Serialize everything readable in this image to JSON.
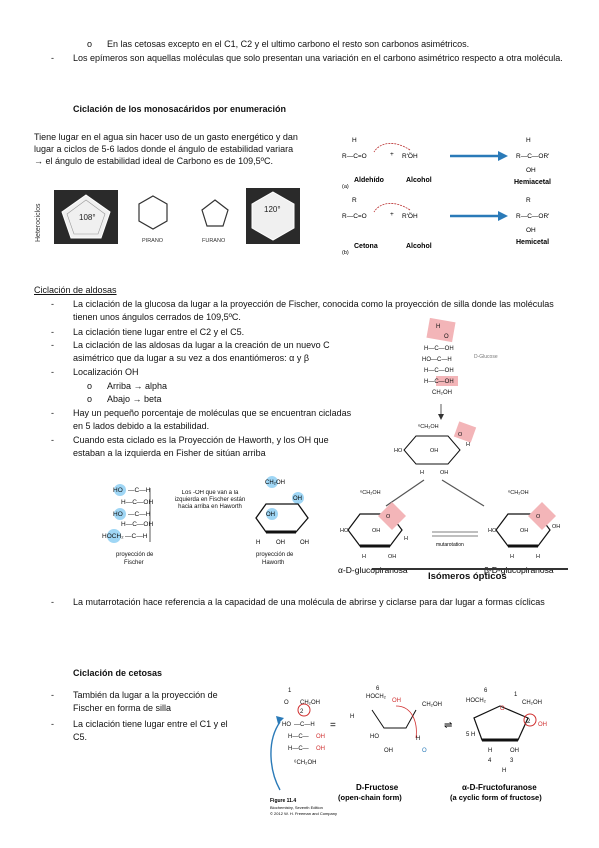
{
  "intro": {
    "sub_bullet": "En las cetosas excepto en el C1, C2 y el ultimo carbono el resto son carbonos asimétricos.",
    "epimeros": "Los epímeros son aquellas moléculas que solo presentan una variación en el carbono asimétrico respecto a otra molécula."
  },
  "ciclacion_enum": {
    "heading": "Ciclación de los monosacáridos por enumeración",
    "paragraph": "Tiene lugar en el agua sin hacer uso de un gasto energético y dan lugar a ciclos de 5-6 lados donde el ángulo de estabilidad variara → el ángulo de estabilidad ideal de Carbono es de 109,5ºC.",
    "figure_heterociclos": {
      "vertical_label": "Heterociclos",
      "angle_left": "108°",
      "angle_right": "120°",
      "pirano": "PIRANO",
      "furano": "FURANO"
    },
    "figure_reaction": {
      "aldehido": "Aldehído",
      "alcohol1": "Alcohol",
      "hemiacetal": "Hemiacetal",
      "label_a": "(a)",
      "cetona": "Cetona",
      "alcohol2": "Alcohol",
      "hemicetal": "Hemicetal",
      "label_b": "(b)"
    }
  },
  "aldosas": {
    "heading": "Ciclación de aldosas",
    "items": [
      "La ciclación de la glucosa da lugar a la proyección de Fischer, conocida como la proyección de silla donde las moléculas tienen unos ángulos cerrados de 109,5ºC.",
      "La ciclación tiene lugar entre el C2 y el C5.",
      "La ciclación de las aldosas da lugar a la creación de un nuevo C asimétrico que da lugar a su vez a dos enantiómeros: α y β",
      "Localización OH"
    ],
    "sub_items": [
      "Arriba → alpha",
      "Abajo → beta"
    ],
    "items2": [
      "Hay un pequeño porcentaje de moléculas que se encuentran cicladas en 5 lados debido a la estabilidad.",
      "Cuando esta ciclado es la Proyección de Haworth, y los OH que estaban a la izquierda en Fisher de sitúan arriba"
    ],
    "figure_fischer": {
      "note": "Los -OH que van a la izquierda en Fischer están hacia arriba en Haworth",
      "caption_left": "proyección de Fischer",
      "caption_right": "proyección de Haworth"
    },
    "figure_glucose": {
      "glucose_label": "D-Glucose",
      "alpha": "α-D-glucopiranosa",
      "beta": "β-D-glucopiranosa",
      "mutarotation": "mutarotation",
      "isomeros": "Isómeros ópticos"
    },
    "mutarrotacion": "La mutarrotación hace referencia a la capacidad de una molécula de abrirse y ciclarse para dar lugar a formas cíclicas"
  },
  "cetosas": {
    "heading": "Ciclación de cetosas",
    "items": [
      "También da lugar a la proyección de Fischer en forma de silla",
      "La ciclación tiene lugar entre el C1 y el C5."
    ],
    "figure": {
      "fructose": "D-Fructose",
      "fructose_sub": "(open-chain form)",
      "furanose": "α-D-Fructofuranose",
      "furanose_sub": "(a cyclic form of fructose)",
      "fig_label": "Figure 11.4",
      "fig_book": "Biochemistry, Seventh Edition",
      "fig_copy": "© 2012 W. H. Freeman and Company"
    }
  },
  "colors": {
    "highlight_pink": "#f3b5b8",
    "arrow_blue": "#2a7ab8",
    "ring_red": "#d03030"
  }
}
